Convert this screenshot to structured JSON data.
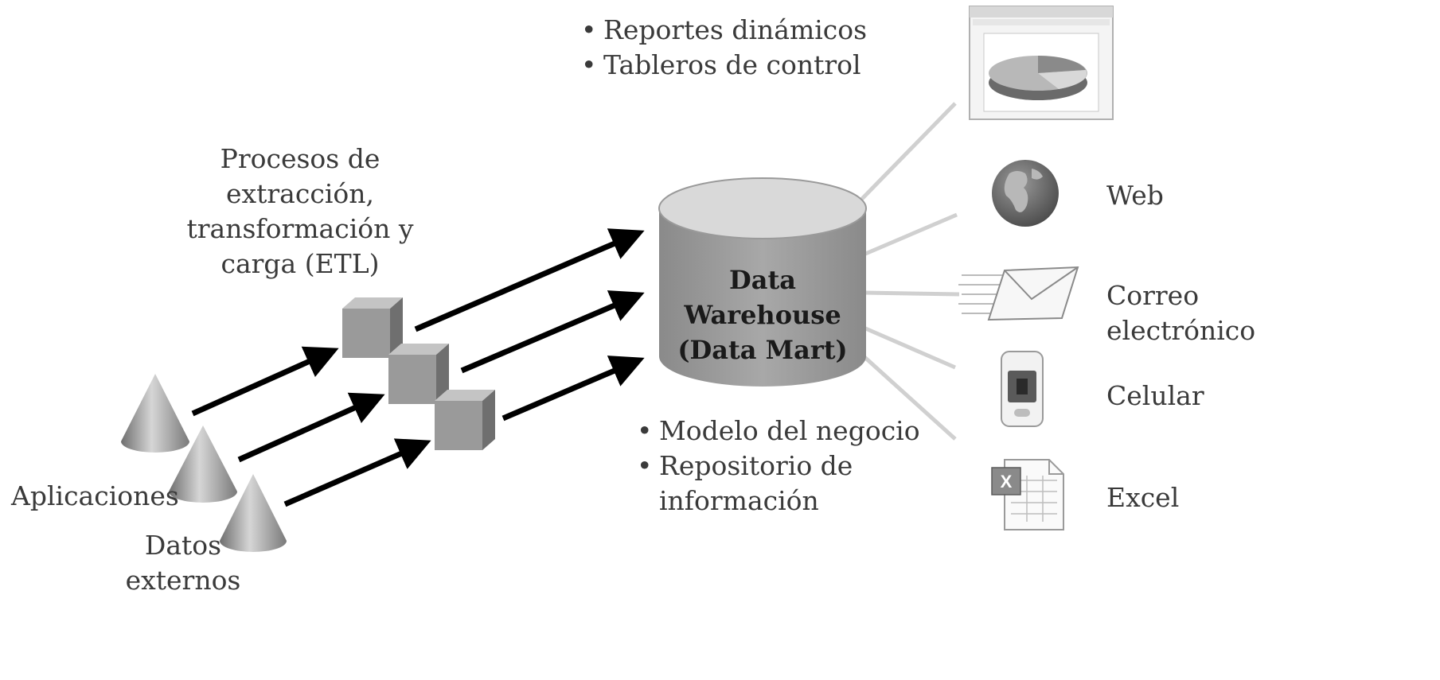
{
  "etl": {
    "label_lines": [
      "Procesos de",
      "extracción,",
      "transformación y",
      "carga (ETL)"
    ]
  },
  "sources": {
    "apps_label": "Aplicaciones",
    "external_lines": [
      "Datos",
      "externos"
    ]
  },
  "warehouse": {
    "label_lines": [
      "Data",
      "Warehouse",
      "(Data Mart)"
    ]
  },
  "warehouse_notes": {
    "items": [
      "Modelo del negocio",
      "Repositorio de",
      "información"
    ]
  },
  "outputs_top": {
    "items": [
      "Reportes dinámicos",
      "Tableros de control"
    ]
  },
  "channels": {
    "web": "Web",
    "email_lines": [
      "Correo",
      "electrónico"
    ],
    "mobile": "Celular",
    "excel": "Excel"
  },
  "icons": {
    "cones": "cone-icon",
    "cubes": "cube-icon",
    "database": "database-cylinder-icon",
    "report": "pie-chart-report-icon",
    "web": "globe-icon",
    "email": "envelope-icon",
    "mobile": "mobile-phone-icon",
    "excel": "excel-spreadsheet-icon"
  },
  "colors": {
    "text": "#3a3a3a",
    "lines": "#d0d0d0",
    "arrows": "#000000",
    "shapes": "#9c9c9c"
  }
}
